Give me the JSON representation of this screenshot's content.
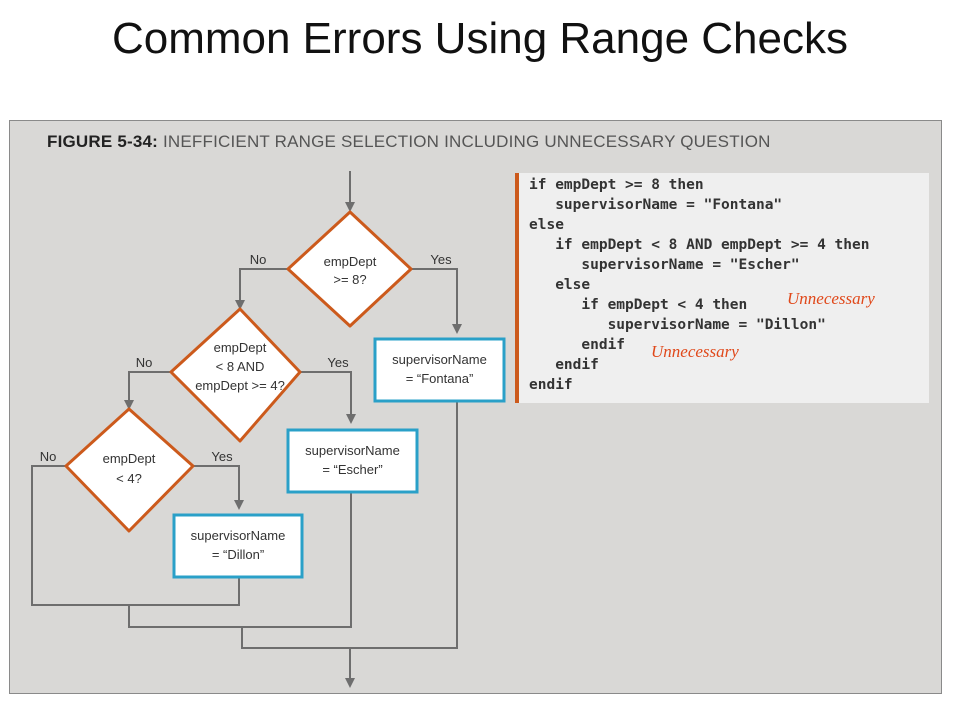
{
  "slide": {
    "title": "Common Errors Using Range Checks"
  },
  "figure": {
    "number": "FIGURE 5-34:",
    "caption": "Inefficient range selection including unnecessary question"
  },
  "flowchart": {
    "decisions": [
      {
        "lines": [
          "empDept",
          ">= 8?"
        ],
        "no_label": "No",
        "yes_label": "Yes"
      },
      {
        "lines": [
          "empDept",
          "< 8 AND",
          "empDept >= 4?"
        ],
        "no_label": "No",
        "yes_label": "Yes"
      },
      {
        "lines": [
          "empDept",
          "< 4?"
        ],
        "no_label": "No",
        "yes_label": "Yes"
      }
    ],
    "processes": [
      {
        "lines": [
          "supervisorName",
          "= “Fontana”"
        ]
      },
      {
        "lines": [
          "supervisorName",
          "= “Escher”"
        ]
      },
      {
        "lines": [
          "supervisorName",
          "= “Dillon”"
        ]
      }
    ],
    "colors": {
      "decision_border": "#cc5a1c",
      "process_border": "#2aa0c8",
      "line": "#6e6e6e"
    }
  },
  "pseudocode": {
    "lines": [
      "if empDept >= 8 then",
      "   supervisorName = \"Fontana\"",
      "else",
      "   if empDept < 8 AND empDept >= 4 then",
      "      supervisorName = \"Escher\"",
      "   else",
      "      if empDept < 4 then",
      "         supervisorName = \"Dillon\"",
      "      endif",
      "   endif",
      "endif"
    ],
    "accent_color": "#cc5a1c"
  },
  "annotations": [
    {
      "text": "Unnecessary"
    },
    {
      "text": "Unnecessary"
    }
  ]
}
